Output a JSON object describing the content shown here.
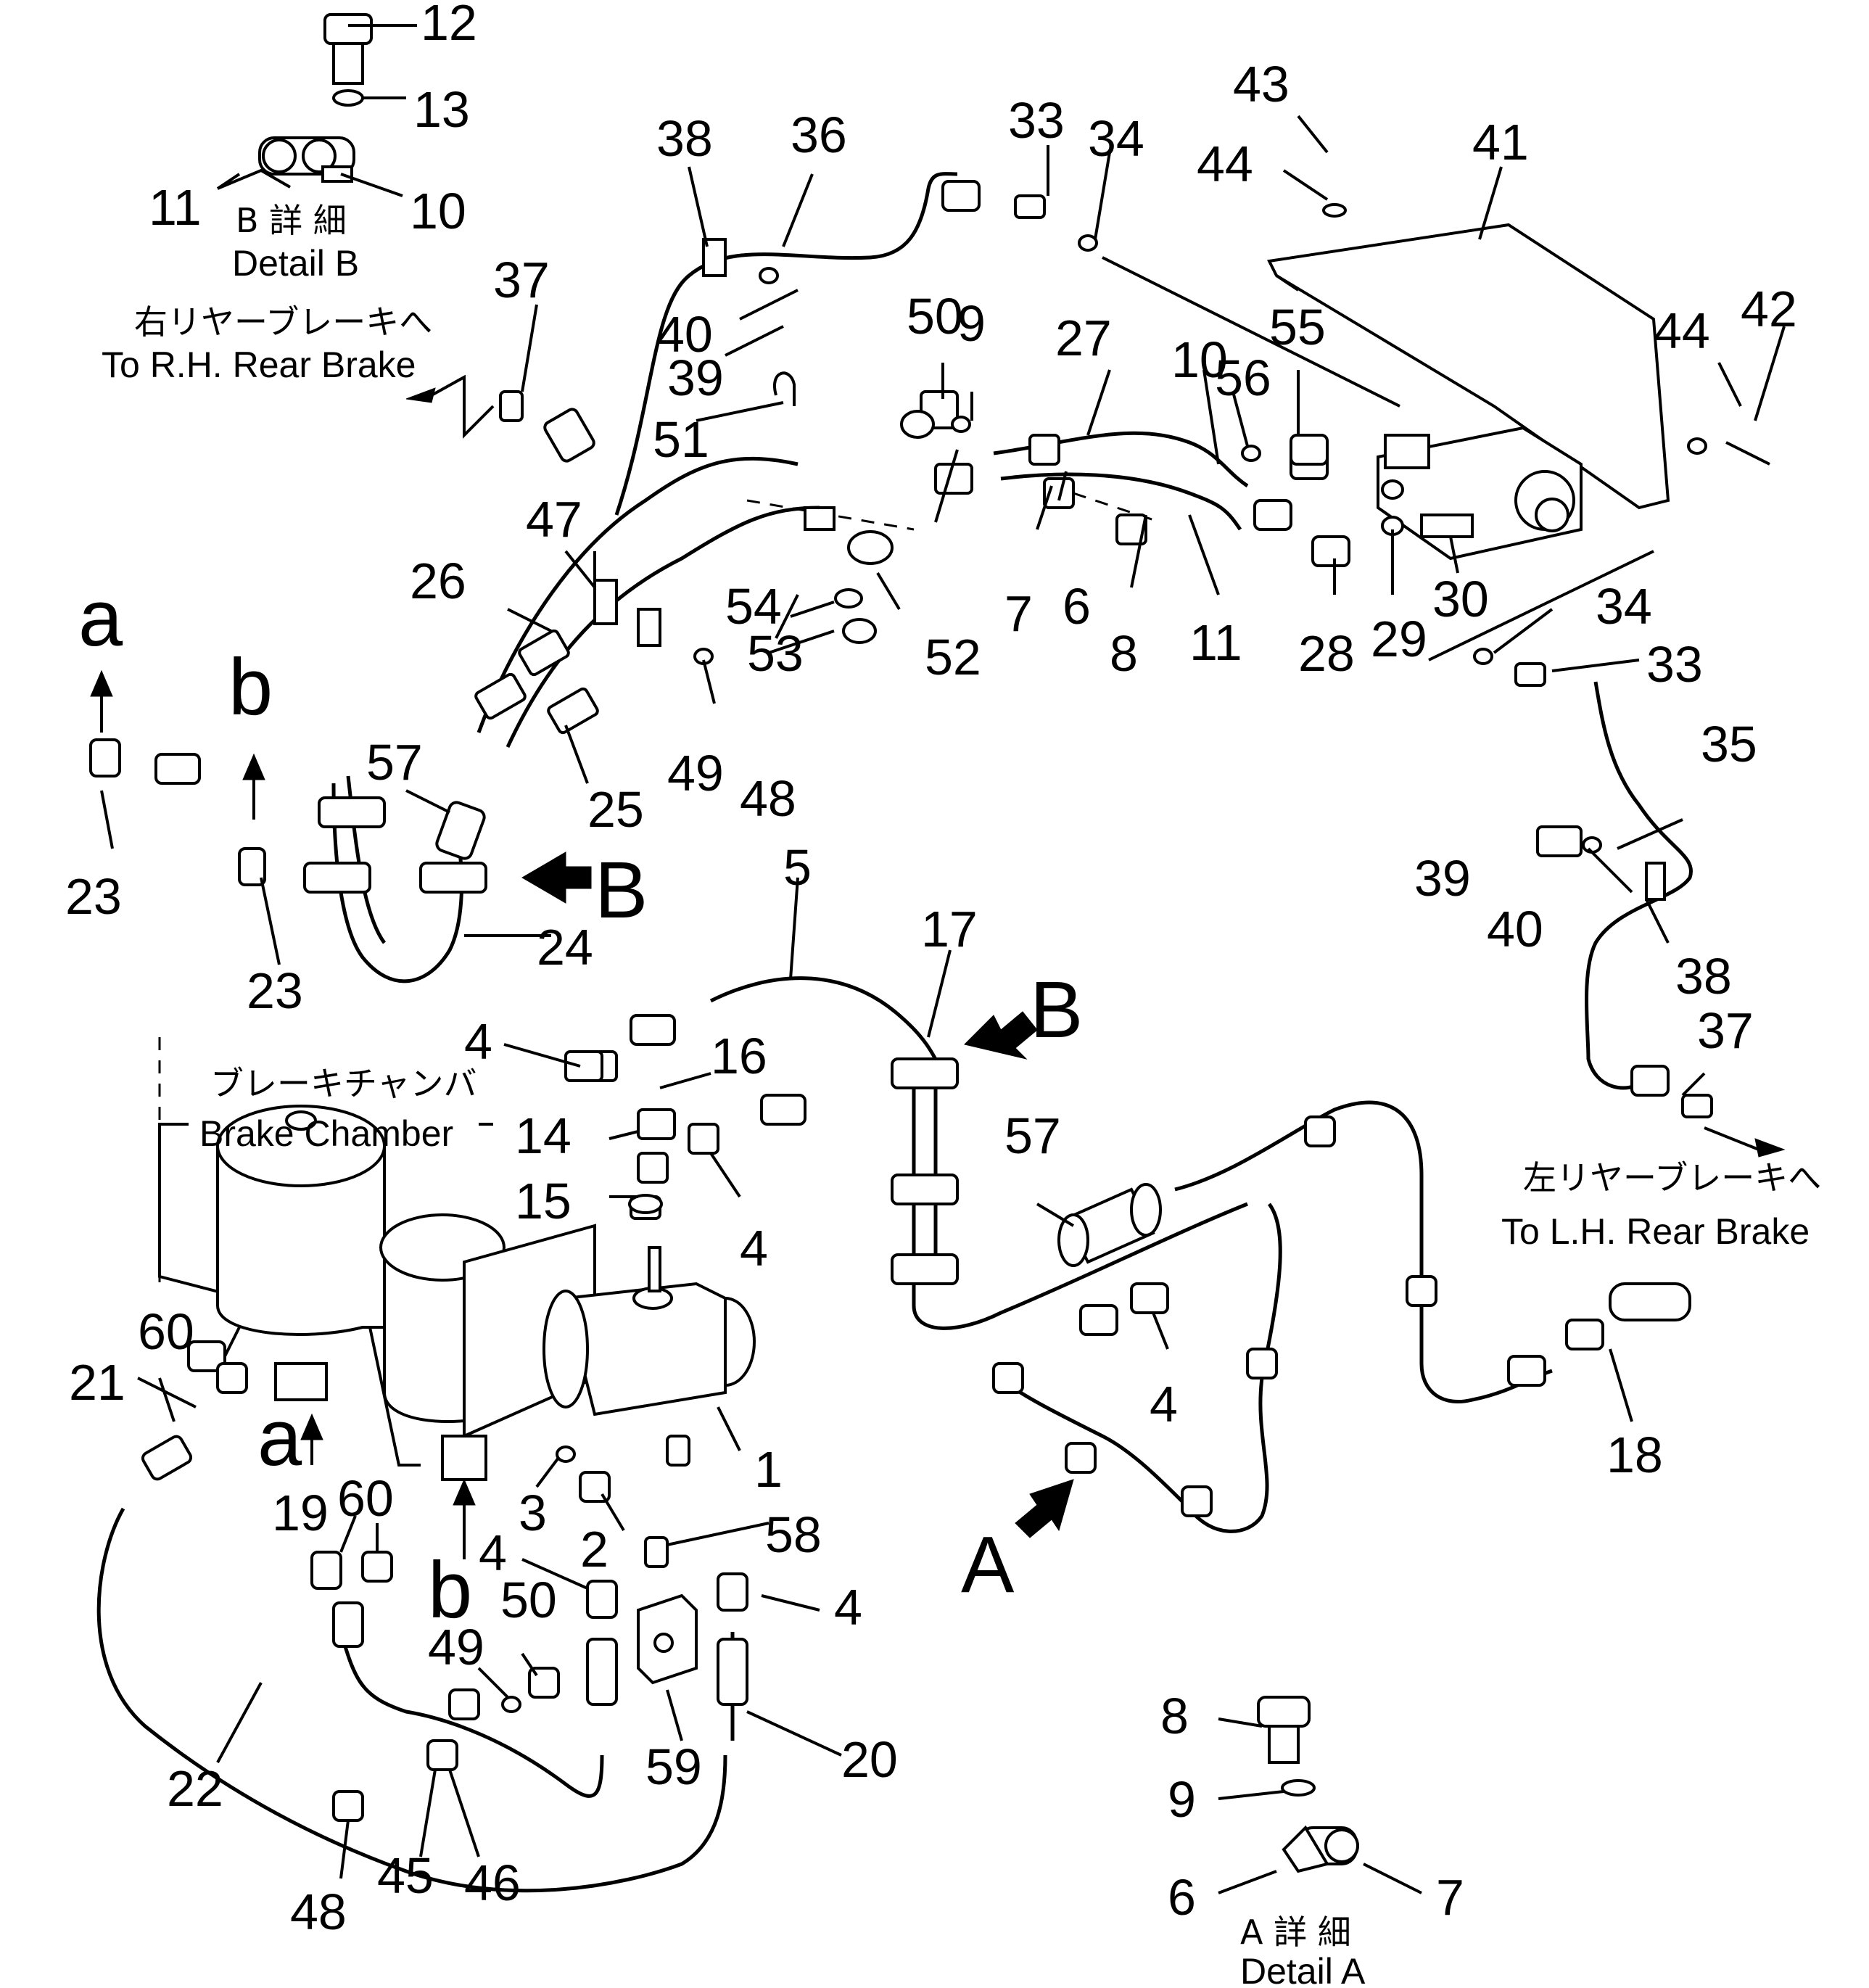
{
  "callouts": {
    "n1": "1",
    "n2": "2",
    "n3": "3",
    "n4a": "4",
    "n4b": "4",
    "n4c": "4",
    "n4d": "4",
    "n4e": "4",
    "n5": "5",
    "n6a": "6",
    "n6b": "6",
    "n7a": "7",
    "n7b": "7",
    "n8a": "8",
    "n8b": "8",
    "n9a": "9",
    "n9b": "9",
    "n10a": "10",
    "n10b": "10",
    "n11a": "11",
    "n11b": "11",
    "n12": "12",
    "n13": "13",
    "n14": "14",
    "n15": "15",
    "n16": "16",
    "n17": "17",
    "n18": "18",
    "n19": "19",
    "n20": "20",
    "n21": "21",
    "n22": "22",
    "n23a": "23",
    "n23b": "23",
    "n24": "24",
    "n25": "25",
    "n26": "26",
    "n27": "27",
    "n28": "28",
    "n29": "29",
    "n30": "30",
    "n33a": "33",
    "n33b": "33",
    "n34a": "34",
    "n34b": "34",
    "n35": "35",
    "n36": "36",
    "n37a": "37",
    "n37b": "37",
    "n38a": "38",
    "n38b": "38",
    "n39a": "39",
    "n39b": "39",
    "n40a": "40",
    "n40b": "40",
    "n41": "41",
    "n42": "42",
    "n43": "43",
    "n44a": "44",
    "n44b": "44",
    "n45": "45",
    "n46": "46",
    "n47": "47",
    "n48a": "48",
    "n48b": "48",
    "n49a": "49",
    "n49b": "49",
    "n50a": "50",
    "n50b": "50",
    "n51": "51",
    "n52": "52",
    "n53": "53",
    "n54": "54",
    "n55": "55",
    "n56": "56",
    "n57a": "57",
    "n57b": "57",
    "n58": "58",
    "n59": "59",
    "n60a": "60",
    "n60b": "60"
  },
  "letters": {
    "a_top": "a",
    "b_top": "b",
    "a_bottom": "a",
    "b_bottom": "b",
    "B_arrow_left": "B",
    "B_arrow_mid": "B",
    "A_arrow": "A"
  },
  "notes": {
    "detail_b_jp": "B 詳 細",
    "detail_b_en": "Detail B",
    "detail_a_jp": "A 詳 細",
    "detail_a_en": "Detail A",
    "rh_brake_jp": "右リヤーブレーキへ",
    "rh_brake_en": "To R.H. Rear Brake",
    "lh_brake_jp": "左リヤーブレーキへ",
    "lh_brake_en": "To L.H. Rear Brake",
    "brake_chamber_jp": "ブレーキチャンバ",
    "brake_chamber_en": "Brake Chamber"
  }
}
